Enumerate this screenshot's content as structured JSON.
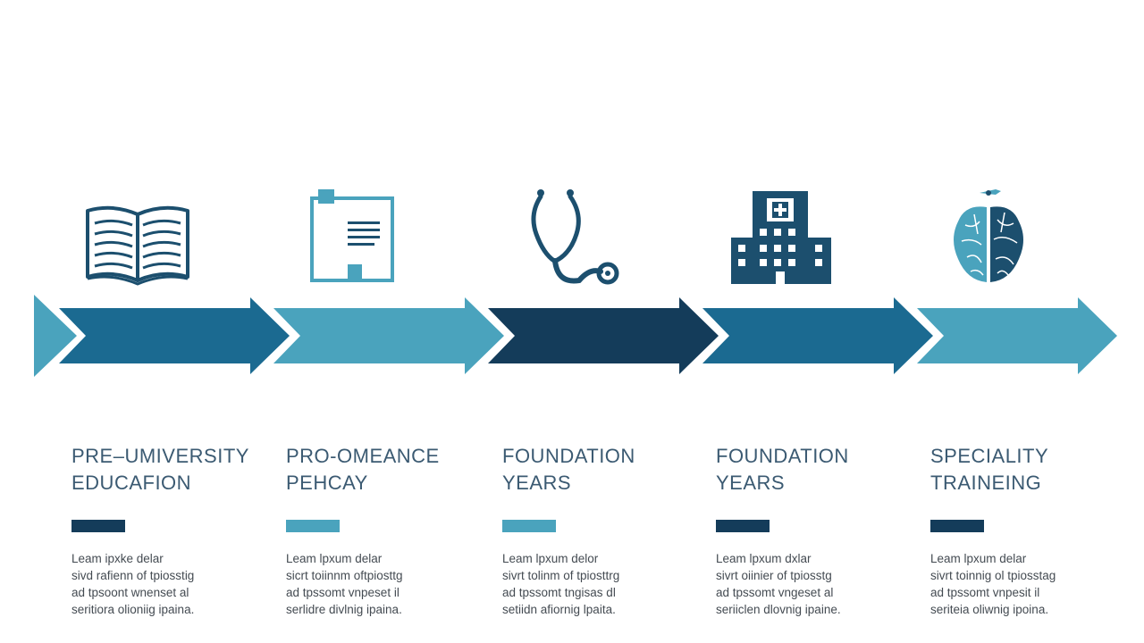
{
  "colors": {
    "navy": "#143c5a",
    "dark_blue": "#1b6a91",
    "teal": "#4aa3bd",
    "icon_dark": "#1c4f6e",
    "icon_light": "#4aa3bd"
  },
  "stages": [
    {
      "title": "PRE–UMIVERSITY\nEDUCAFION",
      "arrow_color": "#1b6a91",
      "bar_color": "#143c5a",
      "icon": "open-book-icon",
      "body": "Leam ipxke delar\nsivd rafienn of tpiosstig\nad tpsoont wnenset al\nseritiora olioniig ipaina."
    },
    {
      "title": "PRO-OMEANCE\nPEHCAY",
      "arrow_color": "#4aa3bd",
      "bar_color": "#4aa3bd",
      "icon": "clipboard-icon",
      "body": "Leam lpxum delar\nsicrt toiinnm oftpiosttg\nad tpssomt vnpeset il\nserlidre divlnig ipaina."
    },
    {
      "title": "FOUNDATION\nYEARS",
      "arrow_color": "#143c5a",
      "bar_color": "#4aa3bd",
      "icon": "stethoscope-icon",
      "body": "Leam lpxum delor\nsivrt tolinm of tpiosttrg\nad tpssomt tngisas dl\nsetiidn afiornig lpaita."
    },
    {
      "title": "FOUNDATION\nYEARS",
      "arrow_color": "#1b6a91",
      "bar_color": "#143c5a",
      "icon": "hospital-icon",
      "body": "Leam lpxum dxlar\nsivrt oiinier of tpiosstg\nad tpssomt vngeset al\nseriiclen dlovnig ipaine."
    },
    {
      "title": "SPECIALITY\nTRAINEING",
      "arrow_color": "#4aa3bd",
      "bar_color": "#143c5a",
      "icon": "brain-icon",
      "body": "Leam lpxum delar\nsivrt toinnig ol tpiosstag\nad tpssomt vnpesit il\nseriteia oliwnig ipoina."
    }
  ]
}
